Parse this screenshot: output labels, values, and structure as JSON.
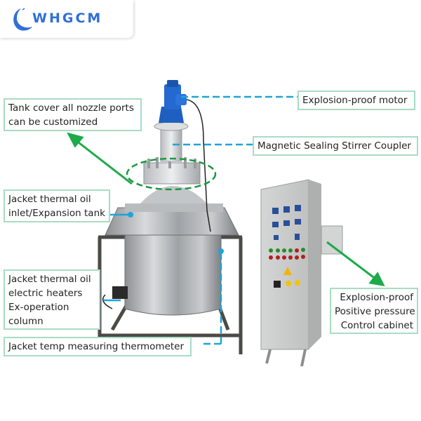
{
  "logo": {
    "text": "WHGCM",
    "color": "#2f6fd8"
  },
  "labels": {
    "tank_cover": [
      "Tank cover all nozzle ports",
      "can be customized"
    ],
    "motor": "Explosion-proof motor",
    "coupler": "Magnetic Sealing Stirrer Coupler",
    "jacket_inlet": [
      "Jacket thermal oil",
      "inlet/Expansion tank"
    ],
    "heaters": [
      "Jacket thermal oil",
      "electric heaters",
      "Ex-operation",
      "column"
    ],
    "thermometer": "Jacket temp measuring thermometer",
    "cabinet": [
      "Explosion-proof",
      "Positive pressure",
      "Control cabinet"
    ]
  },
  "colors": {
    "label_border": "#a8dcc4",
    "leader_line": "#1fa3d8",
    "arrow_green": "#1daa4a",
    "motor_blue": "#1f5fc0"
  }
}
